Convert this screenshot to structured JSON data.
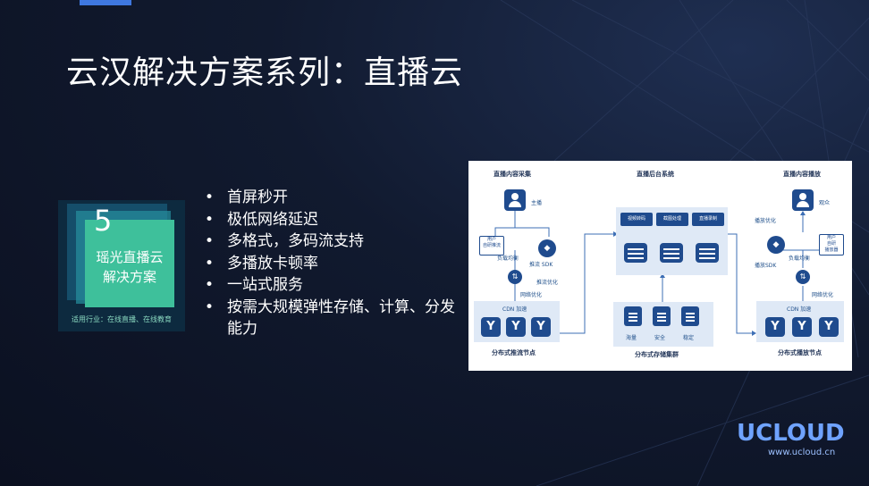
{
  "title": "云汉解决方案系列：直播云",
  "badge": {
    "number": "5",
    "name_line1": "瑶光直播云",
    "name_line2": "解决方案",
    "industry": "适用行业：在线直播、在线教育"
  },
  "features": [
    "首屏秒开",
    "极低网络延迟",
    "多格式，多码流支持",
    "多播放卡顿率",
    "一站式服务",
    "按需大规模弹性存储、计算、分发能力"
  ],
  "diagram": {
    "col1_title": "直播内容采集",
    "col2_title": "直播后台系统",
    "col3_title": "直播内容播放",
    "anchor": "主播",
    "user_push": "用户\n自研推流",
    "push_sdk": "推流 SDK",
    "lb1": "负载均衡",
    "push_opt": "推流优化",
    "net_opt1": "网络优化",
    "cdn1": "CDN 加速",
    "push_nodes": "分布式推流节点",
    "chip1": "视频转码",
    "chip2": "截图处理",
    "chip3": "直播录制",
    "storage1": "海量",
    "storage2": "安全",
    "storage3": "稳定",
    "storage_cluster": "分布式存储集群",
    "viewer": "观众",
    "play_opt": "播放优化",
    "user_player": "用户\n自研\n播放器",
    "play_sdk": "播放SDK",
    "lb2": "负载均衡",
    "net_opt2": "网络优化",
    "cdn2": "CDN 加速",
    "play_nodes": "分布式播放节点"
  },
  "logo": {
    "brand": "UCLOUD",
    "url": "www.ucloud.cn"
  },
  "colors": {
    "accent": "#3f78e0",
    "badge_green": "#3ec09b",
    "diagram_blue": "#1f4b8e",
    "logo_blue": "#6fa3ff"
  }
}
